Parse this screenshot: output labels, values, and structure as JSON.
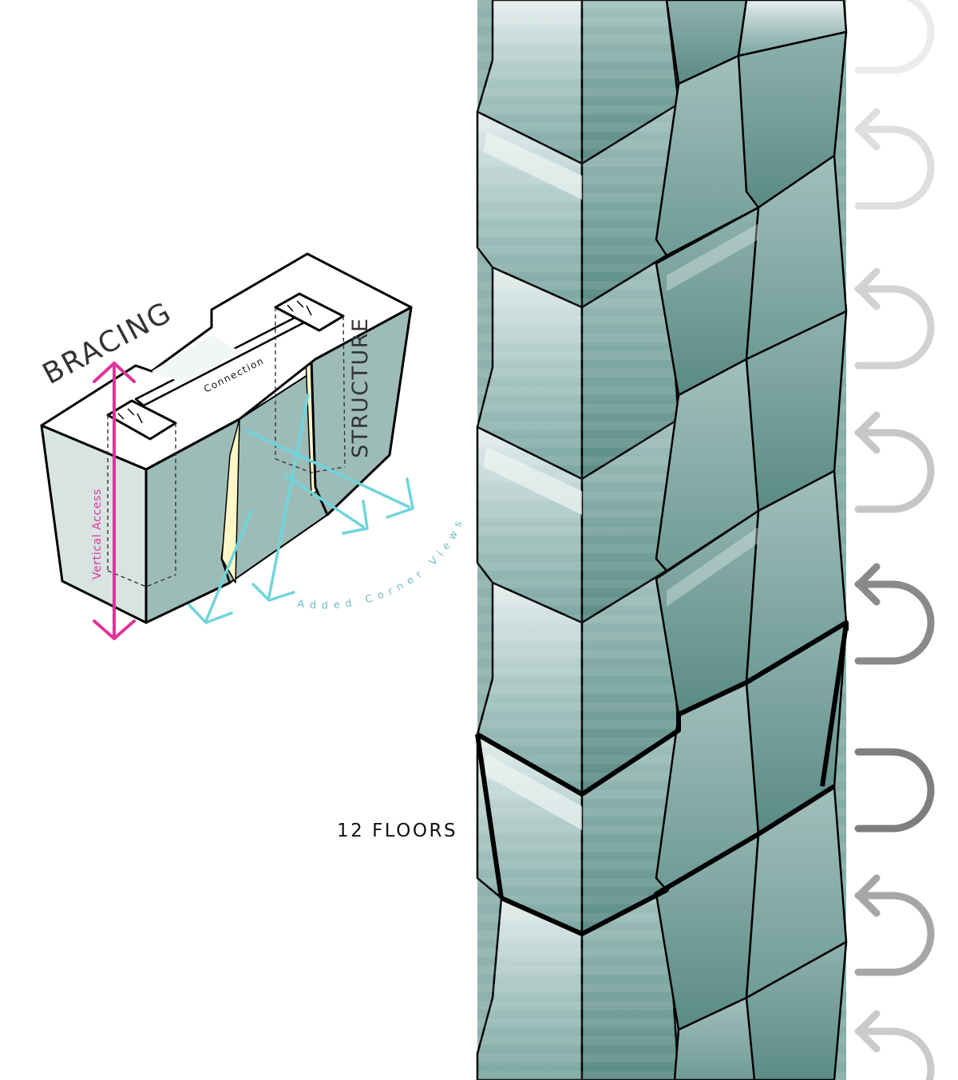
{
  "labels": {
    "bracing": "BRACING",
    "structure": "STRUCTURE",
    "connection": "Connection",
    "vertical_access": "Vertical Access",
    "added_corner_views": "Added Corner Views",
    "floors": "12 FLOORS"
  },
  "colors": {
    "background": "#ffffff",
    "facade_light": "#e7f0ef",
    "facade_dark": "#5c8b86",
    "mass_face": "#9cbab6",
    "mass_light": "#d3e1df",
    "bracing_highlight": "#fff6c7",
    "vertical_access": "#e0349a",
    "corner_views": "#6fd4dc",
    "outline": "#000000"
  },
  "icons": [
    "rotation-arrow-icon"
  ],
  "rotation_arrows": [
    {
      "icon": "rotation-arrow-icon",
      "direction": "none",
      "shade": "#ececec"
    },
    {
      "icon": "rotation-arrow-icon",
      "direction": "counterclockwise",
      "shade": "#dedede"
    },
    {
      "icon": "rotation-arrow-icon",
      "direction": "counterclockwise",
      "shade": "#d2d2d2"
    },
    {
      "icon": "rotation-arrow-icon",
      "direction": "counterclockwise",
      "shade": "#c6c6c6"
    },
    {
      "icon": "rotation-arrow-icon",
      "direction": "counterclockwise",
      "shade": "#8a8a8a"
    },
    {
      "icon": "rotation-arrow-icon",
      "direction": "none",
      "shade": "#7e7e7e"
    },
    {
      "icon": "rotation-arrow-icon",
      "direction": "counterclockwise",
      "shade": "#a6a6a6"
    },
    {
      "icon": "rotation-arrow-icon",
      "direction": "counterclockwise",
      "shade": "#cacaca"
    }
  ]
}
